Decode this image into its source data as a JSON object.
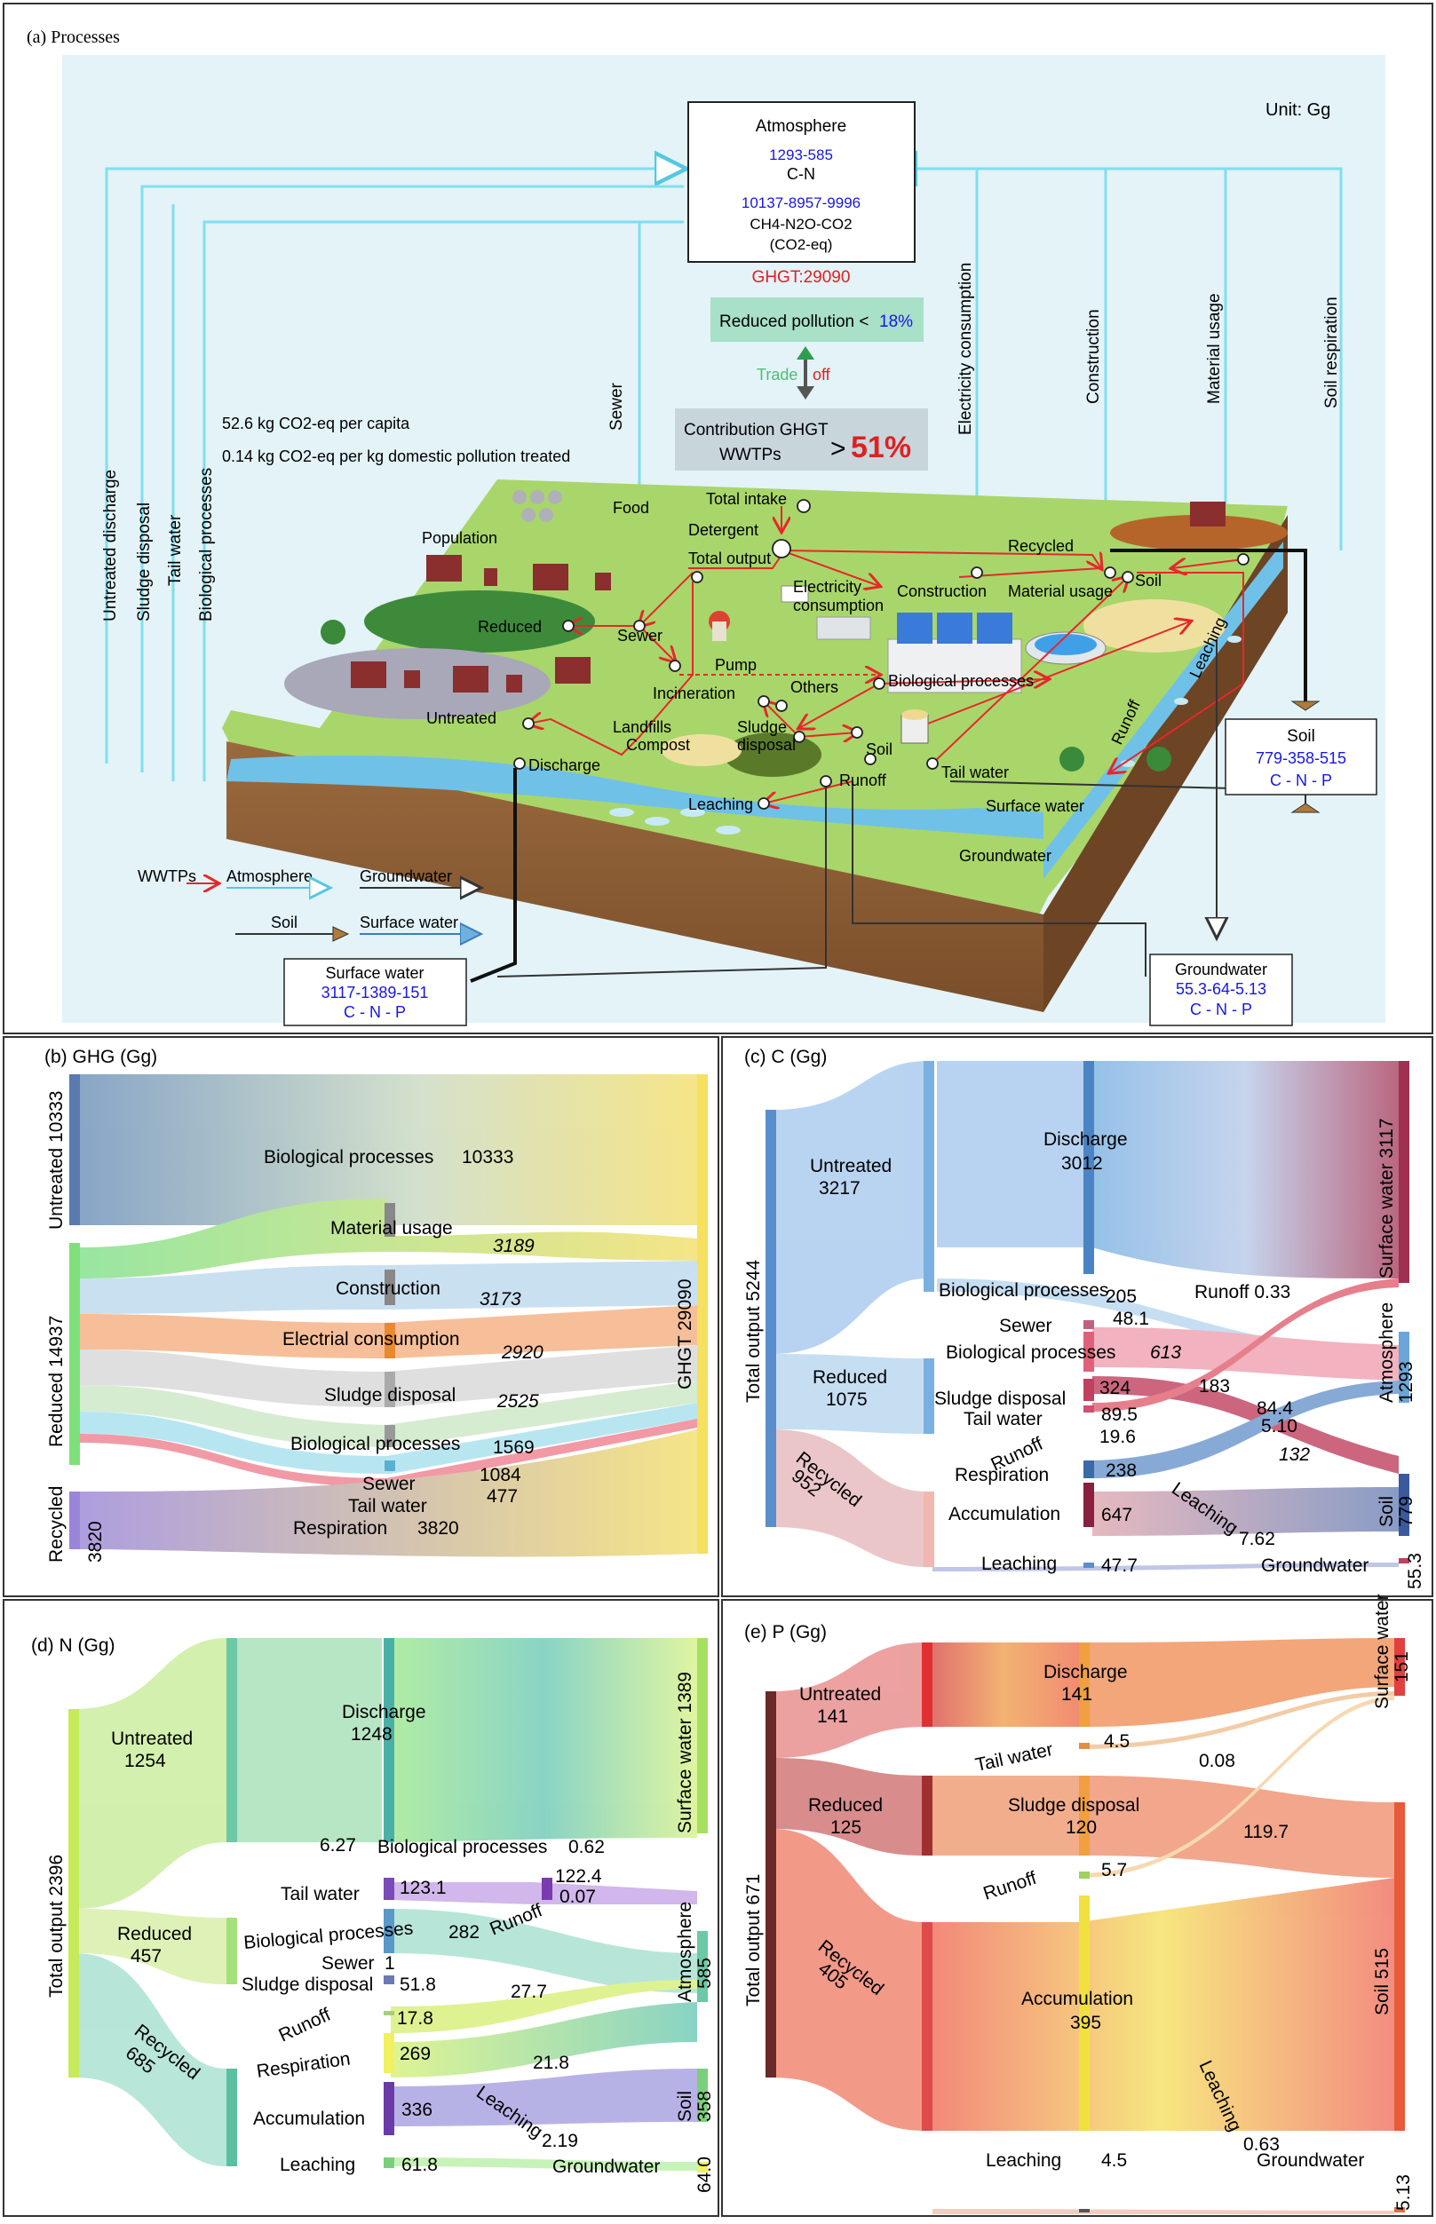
{
  "panel_a": {
    "label": "(a) Processes",
    "unit": "Unit: Gg",
    "atmosphere": {
      "title": "Atmosphere",
      "cn_values": "1293-585",
      "cn_label": "C-N",
      "ghg_values": "10137-8957-9996",
      "ghg_label": "CH4-N2O-CO2",
      "ghg_unit": "(CO2-eq)",
      "ghg_total": "GHGT:29090"
    },
    "reduced_pollution": {
      "text": "Reduced pollution <",
      "value": "18%"
    },
    "tradeoff": {
      "trade": "Trade",
      "off": "off"
    },
    "contribution": {
      "line1": "Contribution GHGT",
      "line2": "WWTPs",
      "gt": ">",
      "value": "51%"
    },
    "per_capita": "52.6 kg CO2-eq per capita",
    "per_kg": "0.14 kg CO2-eq per kg domestic pollution treated",
    "vertical_labels": [
      "Untreated discharge",
      "Sludge disposal",
      "Tail water",
      "Biological processes",
      "Sewer",
      "Electricity consumption",
      "Construction",
      "Material usage",
      "Soil respiration"
    ],
    "scene_labels": {
      "food": "Food",
      "total_intake": "Total intake",
      "detergent": "Detergent",
      "total_output": "Total output",
      "population": "Population",
      "reduced": "Reduced",
      "sewer": "Sewer",
      "pump": "Pump",
      "electricity": "Electricity",
      "consumption": "consumption",
      "construction": "Construction",
      "recycled": "Recycled",
      "material_usage": "Material usage",
      "soil": "Soil",
      "incineration": "Incineration",
      "others": "Others",
      "biological": "Biological processes",
      "untreated": "Untreated",
      "landfills": "Landfills",
      "compost": "Compost",
      "sludge": "Sludge",
      "disposal": "disposal",
      "soil2": "Soil",
      "tail_water": "Tail water",
      "runoff": "Runoff",
      "discharge": "Discharge",
      "leaching": "Leaching",
      "surface_water": "Surface water",
      "groundwater": "Groundwater",
      "runoff_v": "Runoff",
      "leaching_v": "Leaching"
    },
    "soil_box": {
      "title": "Soil",
      "values": "779-358-515",
      "letters": "C  -  N  -  P"
    },
    "surface_box": {
      "title": "Surface water",
      "values": "3117-1389-151",
      "letters": "C  -  N  -  P"
    },
    "ground_box": {
      "title": "Groundwater",
      "values": "55.3-64-5.13",
      "letters": "C  -  N  -  P"
    },
    "legend": {
      "wwtps": "WWTPs",
      "atmosphere": "Atmosphere",
      "groundwater": "Groundwater",
      "soil": "Soil",
      "surface_water": "Surface water"
    },
    "colors": {
      "sky": "#d6eff7",
      "cyan_line": "#7fdfee",
      "red_flow": "#e8272a",
      "blue_text": "#1818e0",
      "ghg_red": "#e02020"
    }
  },
  "panel_b": {
    "title": "(b)  GHG (Gg)",
    "nodes": [
      {
        "label": "Untreated 10333",
        "value": 10333
      },
      {
        "label": "Reduced 14937",
        "value": 14937
      },
      {
        "label": "Recycled",
        "value": 3820
      },
      {
        "label": "3820",
        "value": 3820
      },
      {
        "label": "GHGT 29090",
        "value": 29090
      }
    ],
    "flows": [
      {
        "label": "Biological processes",
        "value": "10333"
      },
      {
        "label": "Material usage",
        "value": "3189"
      },
      {
        "label": "Construction",
        "value": "3173"
      },
      {
        "label": "Electrial consumption",
        "value": "2920"
      },
      {
        "label": "Sludge disposal",
        "value": "2525"
      },
      {
        "label": "Biological processes",
        "value": "1569"
      },
      {
        "label": "Sewer",
        "value": "1084"
      },
      {
        "label": "Tail water",
        "value": "477"
      },
      {
        "label": "Respiration",
        "value": "3820"
      }
    ]
  },
  "panel_c": {
    "title": "(c) C (Gg)",
    "labels": {
      "total": "Total output 5244",
      "untreated": "Untreated",
      "untreated_v": "3217",
      "reduced": "Reduced",
      "reduced_v": "1075",
      "recycled": "Recycled",
      "recycled_v": "952",
      "discharge": "Discharge",
      "discharge_v": "3012",
      "bio1": "Biological processes",
      "bio1_v": "205",
      "runoff1": "Runoff 0.33",
      "sewer": "Sewer",
      "sewer_v": "48.1",
      "bio2": "Biological processes",
      "bio2_v": "613",
      "sludge": "Sludge disposal",
      "sludge_v": "324",
      "v183": "183",
      "v84": "84.4",
      "tail": "Tail water",
      "tail_v": "89.5",
      "v510": "5.10",
      "v196": "19.6",
      "v132": "132",
      "runoff2": "Runoff",
      "respiration": "Respiration",
      "respiration_v": "238",
      "accum": "Accumulation",
      "accum_v": "647",
      "leaching1": "Leaching",
      "v762": "7.62",
      "leaching2": "Leaching",
      "leaching2_v": "47.7",
      "surface": "Surface water 3117",
      "atmos": "Atmosphere",
      "atmos_v": "1293",
      "soil": "Soil",
      "soil_v": "779",
      "ground": "Groundwater",
      "ground_v": "55.3"
    }
  },
  "panel_d": {
    "title": "(d) N (Gg)",
    "labels": {
      "total": "Total output 2396",
      "untreated": "Untreated",
      "untreated_v": "1254",
      "reduced": "Reduced",
      "reduced_v": "457",
      "recycled": "Recycled",
      "recycled_v": "685",
      "discharge": "Discharge",
      "discharge_v": "1248",
      "v627": "6.27",
      "bio1": "Biological processes",
      "bio1_v": "0.62",
      "tail": "Tail water",
      "tail_v": "123.1",
      "v1224": "122.4",
      "v007": "0.07",
      "runoff1": "Runoff",
      "bio2": "Biological processes",
      "bio2_v": "282",
      "sewer": "Sewer",
      "sewer_v": "1",
      "sludge": "Sludge disposal",
      "sludge_v": "51.8",
      "v277": "27.7",
      "runoff2": "Runoff",
      "runoff2_v": "17.8",
      "respiration": "Respiration",
      "respiration_v": "269",
      "v218": "21.8",
      "accum": "Accumulation",
      "accum_v": "336",
      "leaching1": "Leaching",
      "v219": "2.19",
      "leaching2": "Leaching",
      "leaching2_v": "61.8",
      "surface": "Surface water 1389",
      "atmos": "Atmosphere",
      "atmos_v": "585",
      "soil": "Soil",
      "soil_v": "358",
      "ground": "Groundwater",
      "ground_v": "64.0"
    }
  },
  "panel_e": {
    "title": "(e) P (Gg)",
    "labels": {
      "total": "Total output 671",
      "untreated": "Untreated",
      "untreated_v": "141",
      "reduced": "Reduced",
      "reduced_v": "125",
      "recycled": "Recycled",
      "recycled_v": "405",
      "discharge": "Discharge",
      "discharge_v": "141",
      "tail": "Tail water",
      "tail_v": "4.5",
      "v008": "0.08",
      "sludge": "Sludge disposal",
      "sludge_v": "120",
      "v1197": "119.7",
      "runoff": "Runoff",
      "runoff_v": "5.7",
      "accum": "Accumulation",
      "accum_v": "395",
      "leaching1": "Leaching",
      "v063": "0.63",
      "leaching2": "Leaching",
      "leaching2_v": "4.5",
      "surface": "Surface water",
      "surface_v": "151",
      "soil": "Soil  515",
      "ground": "Groundwater",
      "ground_v": "5.13"
    }
  }
}
